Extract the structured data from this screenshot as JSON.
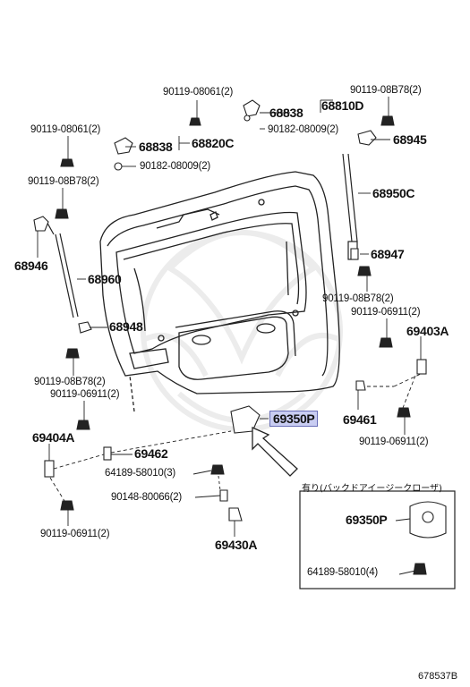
{
  "labels": {
    "p90119_08061_top": "90119-08061(2)",
    "p68838_top": "68838",
    "p68810D": "68810D",
    "p90182_08009_top": "90182-08009(2)",
    "p90119_08B78_topright": "90119-08B78(2)",
    "p68945": "68945",
    "p90119_08061_left": "90119-08061(2)",
    "p68838_left": "68838",
    "p68820C": "68820C",
    "p90182_08009_left": "90182-08009(2)",
    "p90119_08B78_left": "90119-08B78(2)",
    "p68950C": "68950C",
    "p68946": "68946",
    "p68947": "68947",
    "p68960": "68960",
    "p90119_08B78_right": "90119-08B78(2)",
    "p90119_06911_right": "90119-06911(2)",
    "p68948": "68948",
    "p69403A": "69403A",
    "p90119_08B78_lowleft": "90119-08B78(2)",
    "p90119_06911_lowleft": "90119-06911(2)",
    "p69350P": "69350P",
    "p69461": "69461",
    "p69404A": "69404A",
    "p69462": "69462",
    "p90119_06911_lowright": "90119-06911(2)",
    "p64189_58010_3": "64189-58010(3)",
    "p90148_80066": "90148-80066(2)",
    "p90119_06911_bottom": "90119-06911(2)",
    "p69430A": "69430A"
  },
  "inset": {
    "title": "有り(バックドアイージークローザ)",
    "part_a": "69350P",
    "part_b": "64189-58010(4)"
  },
  "catalog_number": "678537B",
  "colors": {
    "highlight": "#c9cdf2",
    "line": "#222222",
    "watermark": "#eaeaea"
  }
}
